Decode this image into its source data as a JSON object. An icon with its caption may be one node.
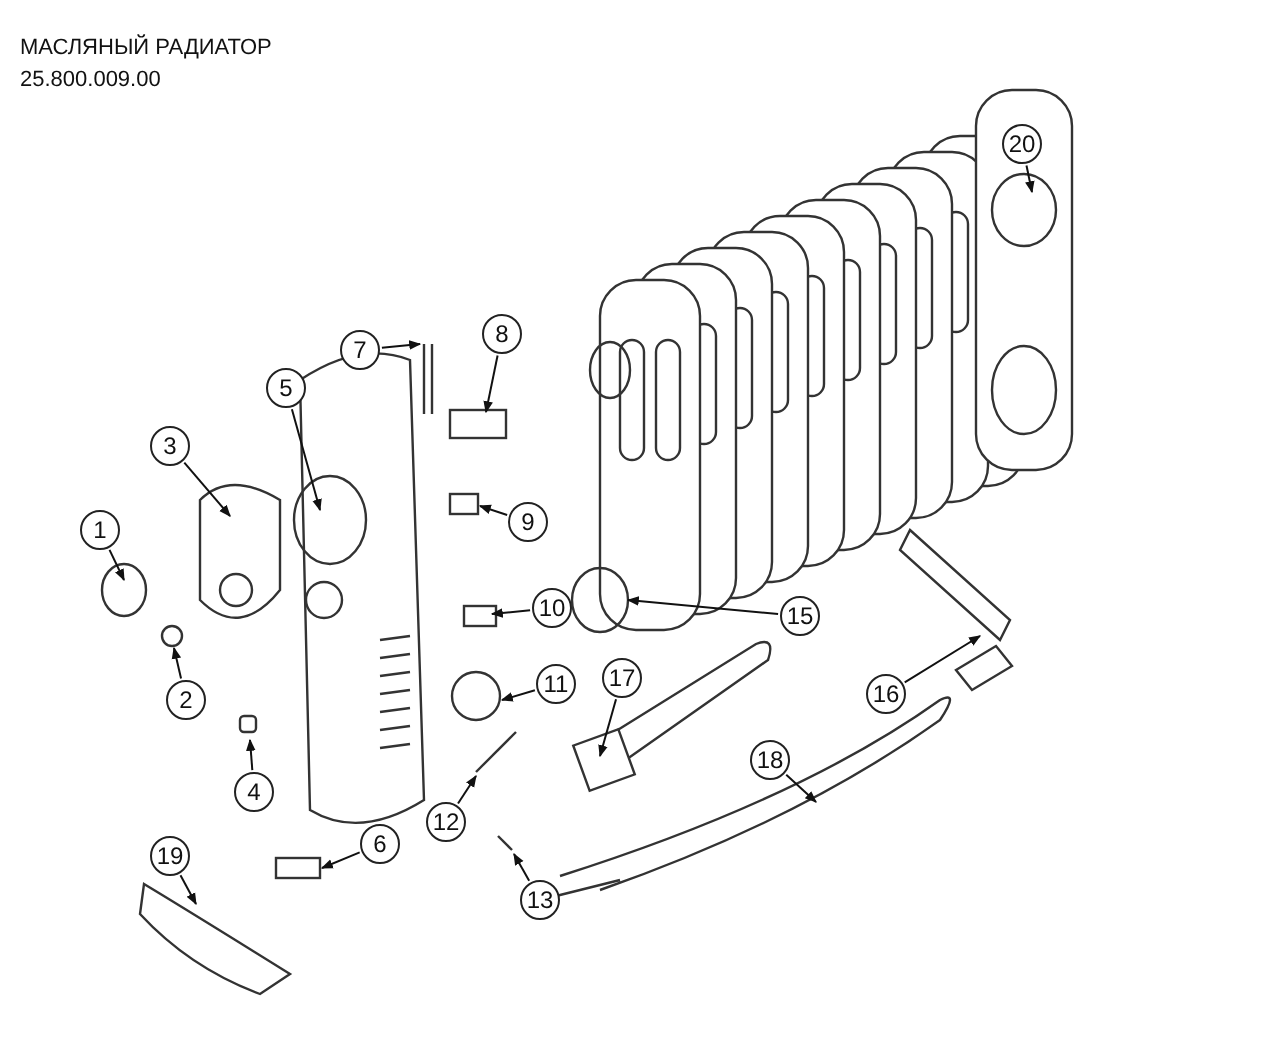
{
  "diagram": {
    "title": "МАСЛЯНЫЙ РАДИАТОР",
    "nodes": [
      {
        "text": [
          "1"
        ]
      },
      {
        "text": [
          "2"
        ]
      },
      {
        "text": [
          "3"
        ]
      },
      {
        "text": [
          "4"
        ]
      },
      {
        "text": [
          "5"
        ]
      },
      {
        "text": [
          "6"
        ]
      },
      {
        "text": [
          "7"
        ]
      },
      {
        "text": [
          "8"
        ]
      },
      {
        "text": [
          "9"
        ]
      },
      {
        "text": [
          "10"
        ]
      },
      {
        "text": [
          "11"
        ]
      },
      {
        "text": [
          "12"
        ]
      },
      {
        "text": [
          "13"
        ]
      },
      {
        "text": [
          "15"
        ]
      },
      {
        "text": [
          "16"
        ]
      },
      {
        "text": [
          "17"
        ]
      },
      {
        "text": [
          "18"
        ]
      },
      {
        "text": [
          "19"
        ]
      },
      {
        "text": [
          "20"
        ]
      }
    ],
    "edges": [
      {
        "from": 0,
        "to": null,
        "arrow": "to"
      },
      {
        "from": 1,
        "to": null,
        "arrow": "to"
      },
      {
        "from": 2,
        "to": null,
        "arrow": "to"
      },
      {
        "from": 3,
        "to": null,
        "arrow": "to"
      },
      {
        "from": 4,
        "to": null,
        "arrow": "to"
      },
      {
        "from": 5,
        "to": null,
        "arrow": "to"
      },
      {
        "from": 6,
        "to": null,
        "arrow": "to"
      },
      {
        "from": 7,
        "to": null,
        "arrow": "to"
      },
      {
        "from": 8,
        "to": null,
        "arrow": "to"
      },
      {
        "from": 9,
        "to": null,
        "arrow": "to"
      },
      {
        "from": 10,
        "to": null,
        "arrow": "to"
      },
      {
        "from": 11,
        "to": null,
        "arrow": "to"
      },
      {
        "from": 12,
        "to": null,
        "arrow": "to"
      },
      {
        "from": 13,
        "to": null,
        "arrow": "to"
      },
      {
        "from": 14,
        "to": null,
        "arrow": "to"
      },
      {
        "from": 15,
        "to": null,
        "arrow": "to"
      },
      {
        "from": 16,
        "to": null,
        "arrow": "to"
      },
      {
        "from": 17,
        "to": null,
        "arrow": "to"
      },
      {
        "from": 18,
        "to": null,
        "arrow": "to"
      }
    ],
    "labels": [
      "25.800.009.00"
    ]
  }
}
